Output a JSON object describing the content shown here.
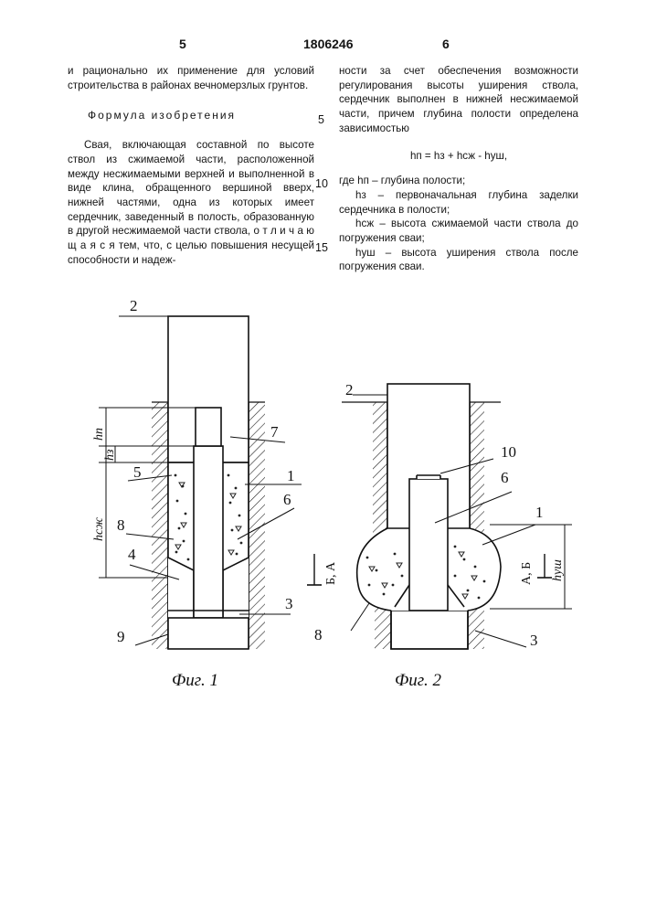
{
  "header": {
    "page_left": "5",
    "patent_no": "1806246",
    "page_right": "6"
  },
  "left_column": {
    "p1": "и рационально их применение для условий строительства в районах вечномерзлых грунтов.",
    "heading": "Формула изобретения",
    "p2": "Свая, включающая составной по высоте ствол из сжимаемой части, расположенной между несжимаемыми верхней и выполненной в виде клина, обращенного вершиной вверх, нижней частями, одна из которых имеет сердечник, заведенный в полость, образованную в другой несжимаемой части ствола, о т л и ч а ю щ а я с я тем, что, с целью повышения несущей способности и надеж-"
  },
  "right_column": {
    "p1": "ности за счет обеспечения возможности регулирования высоты уширения ствола, сердечник выполнен в нижней несжимаемой части, причем глубина полости определена зависимостью",
    "formula": "hп = hз + hсж - hуш,",
    "where": "где hп – глубина полости;",
    "d1": "hз – первоначальная глубина заделки сердечника в полости;",
    "d2": "hсж – высота сжимаемой части ствола до погружения сваи;",
    "d3": "hуш – высота уширения ствола после погружения сваи."
  },
  "line_numbers": [
    "5",
    "10",
    "15"
  ],
  "figure1": {
    "caption": "Фиг. 1",
    "labels": {
      "l2": "2",
      "l7": "7",
      "l1": "1",
      "l6": "6",
      "l5": "5",
      "l8": "8",
      "l4": "4",
      "l3": "3",
      "l9": "9"
    },
    "dims": {
      "hp": "hп",
      "hz": "hз",
      "hcm": "hсж"
    }
  },
  "figure2": {
    "caption": "Фиг. 2",
    "labels": {
      "l2": "2",
      "l10": "10",
      "l6": "6",
      "l1": "1",
      "l8": "8",
      "l3": "3"
    },
    "section_left": "Б, А",
    "section_right": "А, Б",
    "dim": "hуш"
  }
}
